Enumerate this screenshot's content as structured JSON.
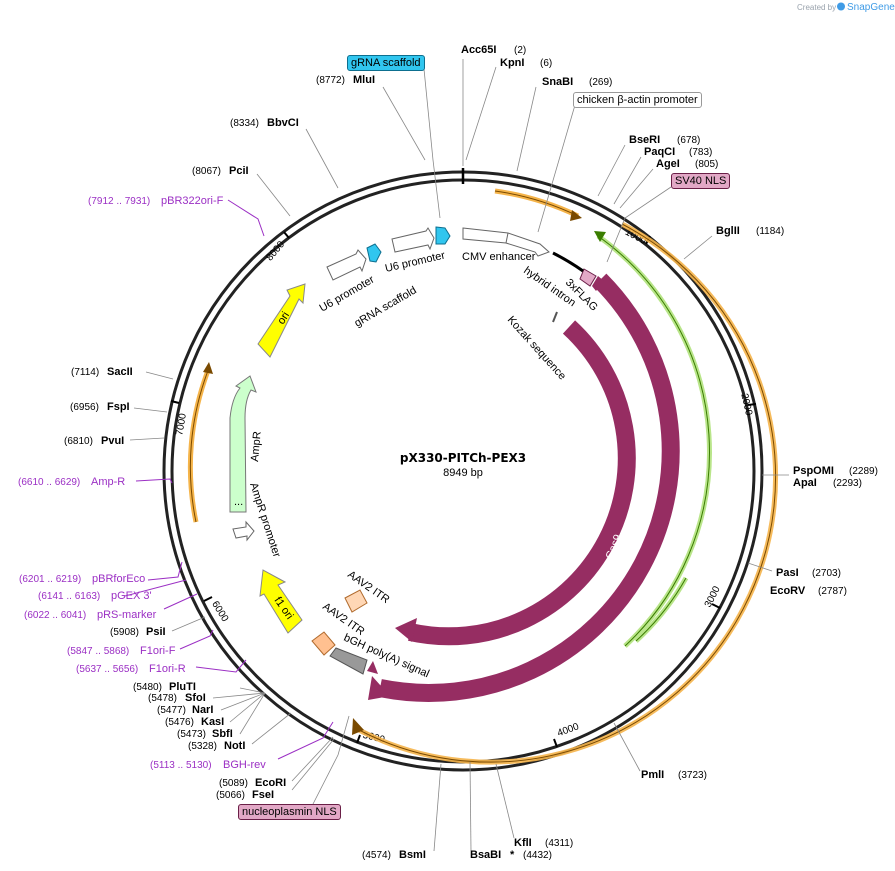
{
  "credit": {
    "created_by": "Created by",
    "brand": "SnapGene"
  },
  "plasmid": {
    "name": "pX330-PITCh-PEX3",
    "length": "8949 bp"
  },
  "colors": {
    "cas9": "#962d62",
    "ori": "#ffff00",
    "ampr": "#ccffcc",
    "orange_feature": "#f5a623",
    "green_feature": "#4d9a00",
    "gRNA": "#31c6ef",
    "primer": "#9b2fc4",
    "bgh": "#999999",
    "itr": "#ffd7b5",
    "nls": "#e2a8c6"
  },
  "enzymes": [
    {
      "name": "Acc65I",
      "pos": "(2)"
    },
    {
      "name": "KpnI",
      "pos": "(6)"
    },
    {
      "name": "SnaBI",
      "pos": "(269)"
    },
    {
      "name": "BseRI",
      "pos": "(678)"
    },
    {
      "name": "PaqCI",
      "pos": "(783)"
    },
    {
      "name": "AgeI",
      "pos": "(805)"
    },
    {
      "name": "BglII",
      "pos": "(1184)"
    },
    {
      "name": "PspOMI",
      "pos": "(2289)"
    },
    {
      "name": "ApaI",
      "pos": "(2293)"
    },
    {
      "name": "PasI",
      "pos": "(2703)"
    },
    {
      "name": "EcoRV",
      "pos": "(2787)"
    },
    {
      "name": "PmlI",
      "pos": "(3723)"
    },
    {
      "name": "KflI",
      "pos": "(4311)"
    },
    {
      "name": "BsaBI",
      "pos": "(4432)",
      "mark": "*"
    },
    {
      "name": "BsmI",
      "pos": "(4574)"
    },
    {
      "name": "FseI",
      "pos": "(5066)"
    },
    {
      "name": "EcoRI",
      "pos": "(5089)"
    },
    {
      "name": "NotI",
      "pos": "(5328)"
    },
    {
      "name": "SbfI",
      "pos": "(5473)"
    },
    {
      "name": "KasI",
      "pos": "(5476)"
    },
    {
      "name": "NarI",
      "pos": "(5477)"
    },
    {
      "name": "SfoI",
      "pos": "(5478)"
    },
    {
      "name": "PluTI",
      "pos": "(5480)"
    },
    {
      "name": "PsiI",
      "pos": "(5908)"
    },
    {
      "name": "PvuI",
      "pos": "(6810)"
    },
    {
      "name": "FspI",
      "pos": "(6956)"
    },
    {
      "name": "SacII",
      "pos": "(7114)"
    },
    {
      "name": "PciI",
      "pos": "(8067)"
    },
    {
      "name": "BbvCI",
      "pos": "(8334)"
    },
    {
      "name": "MluI",
      "pos": "(8772)"
    }
  ],
  "primers": [
    {
      "name": "pBR322ori-F",
      "range": "(7912 .. 7931)"
    },
    {
      "name": "Amp-R",
      "range": "(6610 .. 6629)"
    },
    {
      "name": "pBRforEco",
      "range": "(6201 .. 6219)"
    },
    {
      "name": "pGEX 3'",
      "range": "(6141 .. 6163)"
    },
    {
      "name": "pRS-marker",
      "range": "(6022 .. 6041)"
    },
    {
      "name": "F1ori-F",
      "range": "(5847 .. 5868)"
    },
    {
      "name": "F1ori-R",
      "range": "(5637 .. 5656)"
    },
    {
      "name": "BGH-rev",
      "range": "(5113 .. 5130)"
    }
  ],
  "tags": {
    "grna_scaffold": "gRNA scaffold",
    "chicken_promoter": "chicken β-actin promoter",
    "sv40": "SV40 NLS",
    "nucleoplasmin": "nucleoplasmin NLS"
  },
  "features": {
    "cmv": "CMV enhancer",
    "hybrid_intron": "hybrid intron",
    "flag": "3xFLAG",
    "kozak": "Kozak sequence",
    "cas9_inner": "Cas9",
    "cas9_outer": "Cas9",
    "u6_a": "U6 promoter",
    "u6_b": "U6 promoter",
    "grna_a": "gRNA scaffold",
    "ori": "ori",
    "ampr": "AmpR",
    "ampr_promoter": "AmpR promoter",
    "ampr_dots": "...",
    "f1ori": "f1 ori",
    "aav_a": "AAV2 ITR",
    "aav_b": "AAV2 ITR",
    "bgh": "bGH poly(A) signal"
  },
  "ticks": [
    "1000",
    "2000",
    "3000",
    "4000",
    "5000",
    "6000",
    "7000",
    "8000"
  ]
}
